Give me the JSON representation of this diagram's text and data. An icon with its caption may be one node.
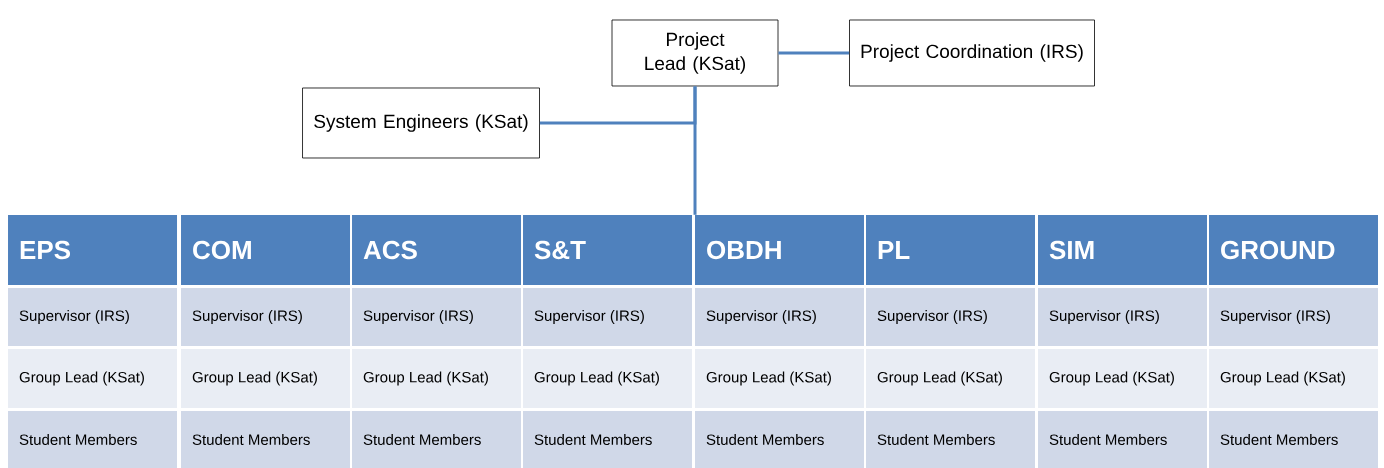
{
  "diagram": {
    "nodes": [
      {
        "text": [
          "Project Lead (KSat)"
        ]
      },
      {
        "text": [
          "Project Coordination (IRS)"
        ]
      },
      {
        "text": [
          "System Engineers (KSat)"
        ]
      },
      {
        "text": [
          "EPS",
          "Supervisor (IRS)",
          "Group Lead (KSat)",
          "Student Members"
        ]
      },
      {
        "text": [
          "COM",
          "Supervisor (IRS)",
          "Group Lead (KSat)",
          "Student Members"
        ]
      },
      {
        "text": [
          "ACS",
          "Supervisor (IRS)",
          "Group Lead (KSat)",
          "Student Members"
        ]
      },
      {
        "text": [
          "S&T",
          "Supervisor (IRS)",
          "Group Lead (KSat)",
          "Student Members"
        ]
      },
      {
        "text": [
          "OBDH",
          "Supervisor (IRS)",
          "Group Lead (KSat)",
          "Student Members"
        ]
      },
      {
        "text": [
          "PL",
          "Supervisor (IRS)",
          "Group Lead (KSat)",
          "Student Members"
        ]
      },
      {
        "text": [
          "SIM",
          "Supervisor (IRS)",
          "Group Lead (KSat)",
          "Student Members"
        ]
      },
      {
        "text": [
          "GROUND",
          "Supervisor (IRS)",
          "Group Lead (KSat)",
          "Student Members"
        ]
      }
    ],
    "edges": [
      {
        "from": 0,
        "to": 1,
        "arrow": "none"
      },
      {
        "from": 2,
        "to": 0,
        "arrow": "none"
      },
      {
        "from": 0,
        "to": 7,
        "arrow": "none"
      }
    ]
  }
}
